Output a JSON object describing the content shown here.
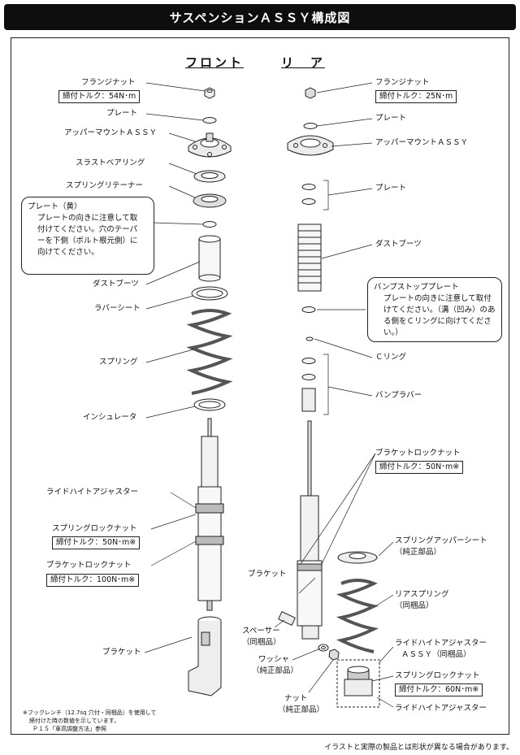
{
  "title": "サスペンションＡＳＳＹ構成図",
  "columns": {
    "front": "フロント",
    "rear": "リ　ア"
  },
  "front": {
    "flange_nut": "フランジナット",
    "flange_nut_torque": "締付トルク：54N･m",
    "plate": "プレート",
    "upper_mount": "アッパーマウントＡＳＳＹ",
    "thrust_bearing": "スラストベアリング",
    "spring_retainer": "スプリングリテーナー",
    "note_title": "プレート（黄）",
    "note_body": "プレートの向きに注意して取付けてください。穴のテーパーを下側（ボルト根元側）に向けてください。",
    "dust_boot": "ダストブーツ",
    "rubber_seat": "ラバーシート",
    "spring": "スプリング",
    "insulator": "インシュレータ",
    "ride_height_adjuster": "ライドハイトアジャスター",
    "spring_lock_nut": "スプリングロックナット",
    "spring_lock_nut_torque": "締付トルク：50N･m※",
    "bracket_lock_nut": "ブラケットロックナット",
    "bracket_lock_nut_torque": "締付トルク：100N･m※",
    "bracket": "ブラケット"
  },
  "rear": {
    "flange_nut": "フランジナット",
    "flange_nut_torque": "締付トルク：25N･m",
    "plate": "プレート",
    "upper_mount": "アッパーマウントＡＳＳＹ",
    "plate2": "プレート",
    "dust_boot": "ダストブーツ",
    "note_title": "バンプストッププレート",
    "note_body": "プレートの向きに注意して取付けてください。（溝（凹み）のある側をＣリングに向けてください。）",
    "c_ring": "Ｃリング",
    "bump_rubber": "バンプラバー",
    "bracket_lock_nut": "ブラケットロックナット",
    "bracket_lock_nut_torque": "締付トルク：50N･m※",
    "spring_upper_seat": "スプリングアッパーシート",
    "spring_upper_seat_sub": "（純正部品）",
    "bracket": "ブラケット",
    "rear_spring": "リアスプリング",
    "rear_spring_sub": "（同梱品）",
    "spacer": "スペーサー",
    "spacer_sub": "（同梱品）",
    "washer": "ワッシャ",
    "washer_sub": "（純正部品）",
    "nut": "ナット",
    "nut_sub": "（純正部品）",
    "ride_height_assy": "ライドハイトアジャスター",
    "ride_height_assy_sub": "ＡＳＳＹ（同梱品）",
    "spring_lock_nut": "スプリングロックナット",
    "spring_lock_nut_torque": "締付トルク：60N･m※",
    "ride_height_adjuster": "ライドハイトアジャスター"
  },
  "footnote": {
    "line1": "※フックレンチ（12.7sq 穴付・同梱品）を使用して",
    "line2": "締付けた時の数値を示しています。",
    "line3": "Ｐ１５「車高調整方法」参照"
  },
  "caption": "イラストと実際の製品とは形状が異なる場合があります。"
}
